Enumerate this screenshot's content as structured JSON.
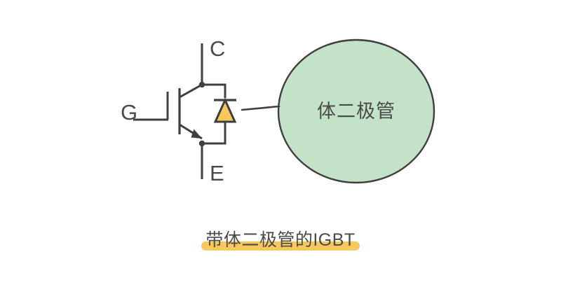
{
  "figure": {
    "caption": "带体二极管的IGBT",
    "caption_highlight_color": "#f7c95c"
  },
  "circuit": {
    "terminals": [
      {
        "id": "collector",
        "label": "C"
      },
      {
        "id": "gate",
        "label": "G"
      },
      {
        "id": "emitter",
        "label": "E"
      }
    ],
    "line_color": "#3f3f3f",
    "diode_fill_color": "#f7c95c"
  },
  "callout": {
    "label": "体二极管",
    "fill_color": "#c3e2c8",
    "stroke_color": "#3f3f3f",
    "text_color": "#4a4a4a"
  }
}
